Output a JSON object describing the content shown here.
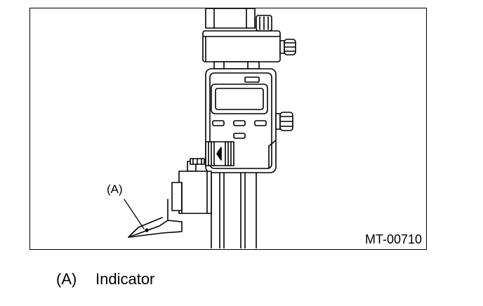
{
  "figure": {
    "callout": "(A)",
    "code": "MT-00710"
  },
  "legend": {
    "key": "(A)",
    "text": "Indicator"
  }
}
